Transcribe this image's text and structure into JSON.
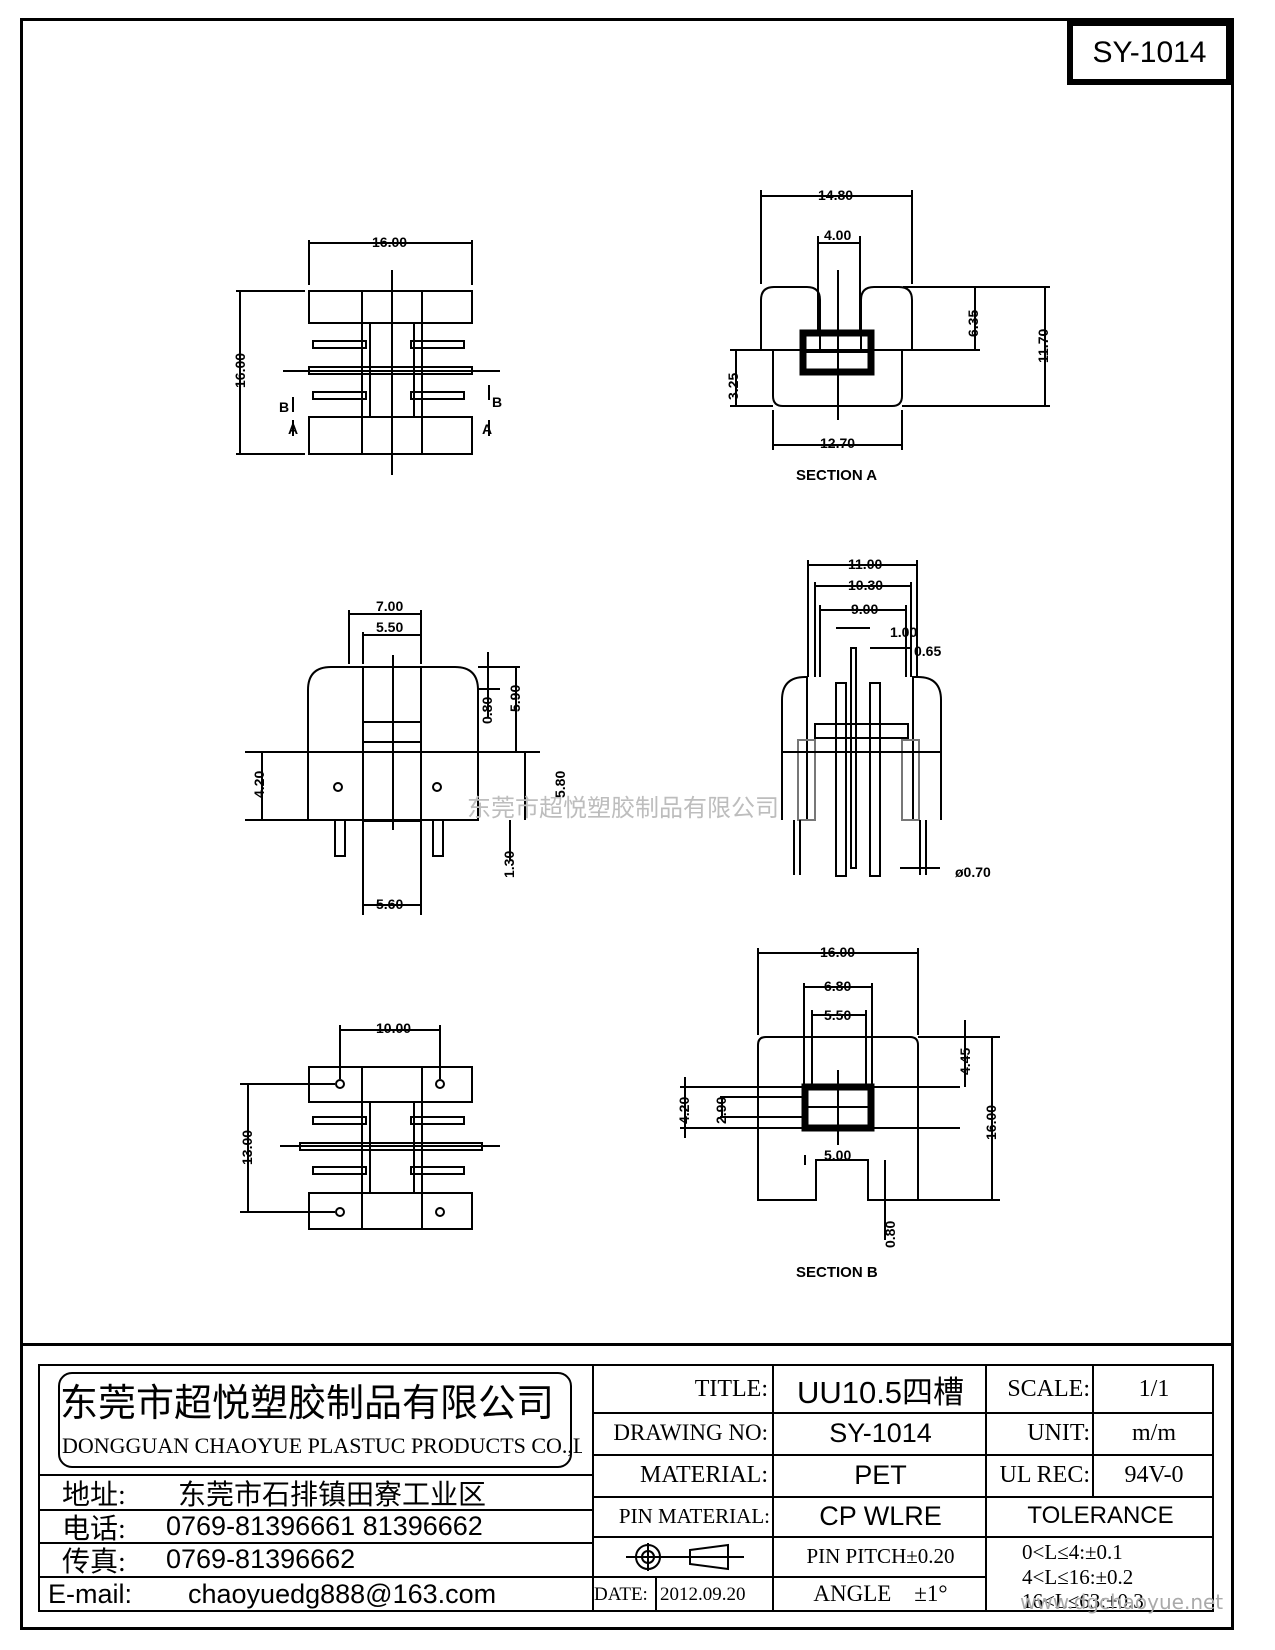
{
  "part_code": "SY-1014",
  "views": {
    "top_left": {
      "width": "16.00",
      "height": "16.00",
      "mark_b": "B",
      "mark_a": "A"
    },
    "section_a": {
      "w": "14.80",
      "inner": "4.00",
      "h1": "6.35",
      "h2": "11.70",
      "h3": "3.25",
      "base": "12.70",
      "label": "SECTION  A"
    },
    "front": {
      "w1": "7.00",
      "w2": "5.50",
      "d1": "0.80",
      "d2": "5.90",
      "d3": "4.20",
      "d4": "5.80",
      "d5": "1.30",
      "pin": "5.60"
    },
    "side": {
      "w1": "11.00",
      "w2": "10.30",
      "w3": "9.00",
      "t1": "1.00",
      "t2": "0.65",
      "pin_dia": "ø0.70"
    },
    "bottom": {
      "w": "10.00",
      "h": "13.00"
    },
    "section_b": {
      "w": "16.00",
      "w2": "6.80",
      "w3": "5.50",
      "h1": "4.45",
      "h2": "16.00",
      "h3": "4.20",
      "h4": "2.90",
      "gap": "5.00",
      "foot": "0.80",
      "label": "SECTION  B"
    }
  },
  "watermark_center": "东莞市超悦塑胶制品有限公司",
  "watermark_corner": "www.dgchaoyue.net",
  "title_block": {
    "company_cn": "东莞市超悦塑胶制品有限公司",
    "company_en": "DONGGUAN CHAOYUE PLASTUC PRODUCTS CO.,LTD",
    "address_label": "地址:",
    "address": "东莞市石排镇田寮工业区",
    "phone_label": "电话:",
    "phone": "0769-81396661  81396662",
    "fax_label": "传真:",
    "fax": "0769-81396662",
    "email_label": "E-mail:",
    "email": "chaoyuedg888@163.com",
    "title_label": "TITLE:",
    "title": "UU10.5四槽",
    "drawing_no_label": "DRAWING NO:",
    "drawing_no": "SY-1014",
    "material_label": "MATERIAL:",
    "material": "PET",
    "pin_material_label": "PIN MATERIAL:",
    "pin_material": "CP WLRE",
    "pin_pitch": "PIN PITCH±0.20",
    "angle": "ANGLE    ±1°",
    "date_label": "DATE:",
    "date": "2012.09.20",
    "scale_label": "SCALE:",
    "scale": "1/1",
    "unit_label": "UNIT:",
    "unit": "m/m",
    "ul_label": "UL REC:",
    "ul": "94V-0",
    "tolerance_label": "TOLERANCE",
    "tol_1": "0<L≤4:±0.1",
    "tol_2": "4<L≤16:±0.2",
    "tol_3": "16<L≤63:±0.3"
  }
}
